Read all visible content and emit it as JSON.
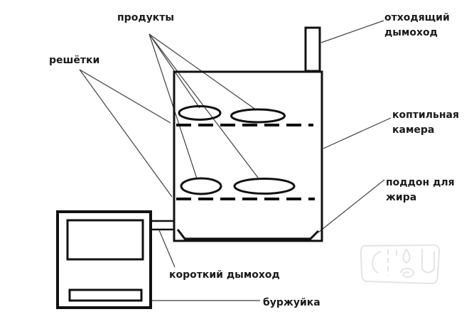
{
  "diagram": {
    "labels": {
      "products": "продукты",
      "grates": "решётки",
      "exhaust_chimney": "отходящий дымоход",
      "smoking_chamber": "коптильная камера",
      "fat_tray": "поддон для жира",
      "short_chimney": "короткий дымоход",
      "stove": "буржуйка"
    },
    "colors": {
      "background": "#ffffff",
      "outline": "#111111",
      "leader_line": "#3f3f3f",
      "text": "#1a1a1a",
      "watermark": "#e4e4e4"
    }
  }
}
